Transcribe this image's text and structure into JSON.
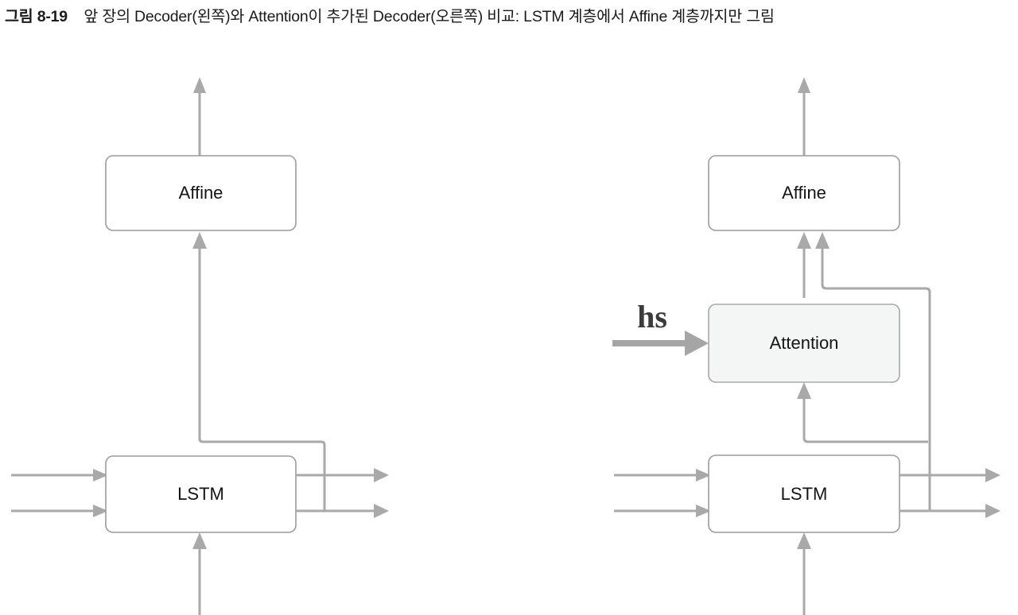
{
  "caption": {
    "figure_number": "그림 8-19",
    "text": "앞 장의 Decoder(왼쪽)와 Attention이 추가된 Decoder(오른쪽) 비교: LSTM 계층에서 Affine 계층까지만 그림"
  },
  "colors": {
    "background": "#ffffff",
    "box_stroke": "#9c9c9c",
    "box_fill": "#ffffff",
    "attention_fill": "#f4f6f5",
    "arrow": "#a9a9a9",
    "thick_arrow": "#a5a5a5",
    "link": "#b6b6b6",
    "label_text": "#141414",
    "caption_text": "#1a1a1a",
    "hs_text": "#3b3b3b"
  },
  "diagrams": [
    {
      "id": "left-decoder",
      "name": "previous-chapter-decoder",
      "nodes": [
        {
          "id": "left-affine",
          "label": "Affine",
          "shaded": false
        },
        {
          "id": "left-lstm",
          "label": "LSTM",
          "shaded": false
        }
      ]
    },
    {
      "id": "right-decoder",
      "name": "attention-decoder",
      "nodes": [
        {
          "id": "right-affine",
          "label": "Affine",
          "shaded": false
        },
        {
          "id": "right-attention",
          "label": "Attention",
          "shaded": true
        },
        {
          "id": "right-lstm",
          "label": "LSTM",
          "shaded": false
        }
      ],
      "annotations": [
        {
          "id": "hs-label",
          "label": "hs"
        }
      ]
    }
  ]
}
